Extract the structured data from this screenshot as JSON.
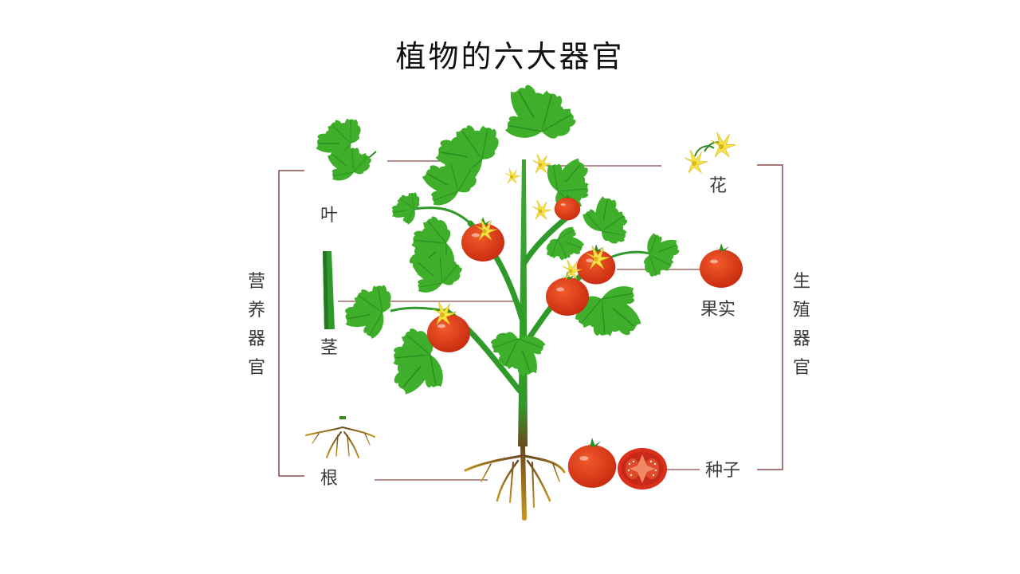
{
  "title": "植物的六大器官",
  "groups": {
    "vegetative": {
      "label": "营养器官",
      "chars": [
        "营",
        "养",
        "器",
        "官"
      ]
    },
    "reproductive": {
      "label": "生殖器官",
      "chars": [
        "生",
        "殖",
        "器",
        "官"
      ]
    }
  },
  "organs": {
    "leaf": "叶",
    "stem": "茎",
    "root": "根",
    "flower": "花",
    "fruit": "果实",
    "seed": "种子"
  },
  "colors": {
    "bracket": "#8b4a4a",
    "leaf": "#3fae2a",
    "leaf_light": "#5cc93a",
    "stem": "#2f9a2a",
    "tomato": "#e03a14",
    "flower": "#f7e24a",
    "root": "#a0761e"
  }
}
